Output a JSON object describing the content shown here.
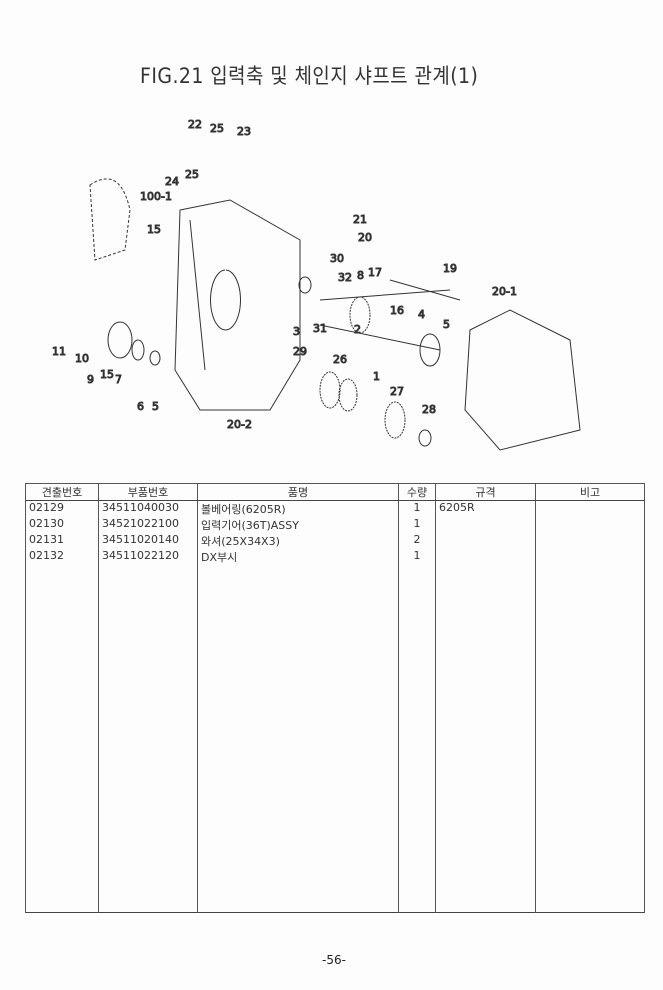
{
  "title": "FIG.21 입력축 및 체인지 샤프트 관계(1)",
  "diagram": {
    "callouts": [
      "22",
      "25",
      "23",
      "24",
      "25",
      "100-1",
      "15",
      "21",
      "20",
      "30",
      "32",
      "8",
      "17",
      "19",
      "16",
      "4",
      "5",
      "20-1",
      "3",
      "31",
      "2",
      "29",
      "26",
      "1",
      "11",
      "10",
      "9",
      "15",
      "7",
      "6",
      "5",
      "27",
      "28",
      "20-2"
    ]
  },
  "table": {
    "headers": [
      "견출번호",
      "부품번호",
      "품명",
      "수량",
      "규격",
      "비고"
    ],
    "rows": [
      {
        "ref": "02129",
        "part_no": "34511040030",
        "name": "볼베어링(6205R)",
        "qty": "1",
        "spec": "6205R",
        "note": ""
      },
      {
        "ref": "02130",
        "part_no": "34521022100",
        "name": "입력기어(36T)ASSY",
        "qty": "1",
        "spec": "",
        "note": ""
      },
      {
        "ref": "02131",
        "part_no": "34511020140",
        "name": "와셔(25X34X3)",
        "qty": "2",
        "spec": "",
        "note": ""
      },
      {
        "ref": "02132",
        "part_no": "34511022120",
        "name": "DX부시",
        "qty": "1",
        "spec": "",
        "note": ""
      }
    ]
  },
  "page_number": "-56-"
}
